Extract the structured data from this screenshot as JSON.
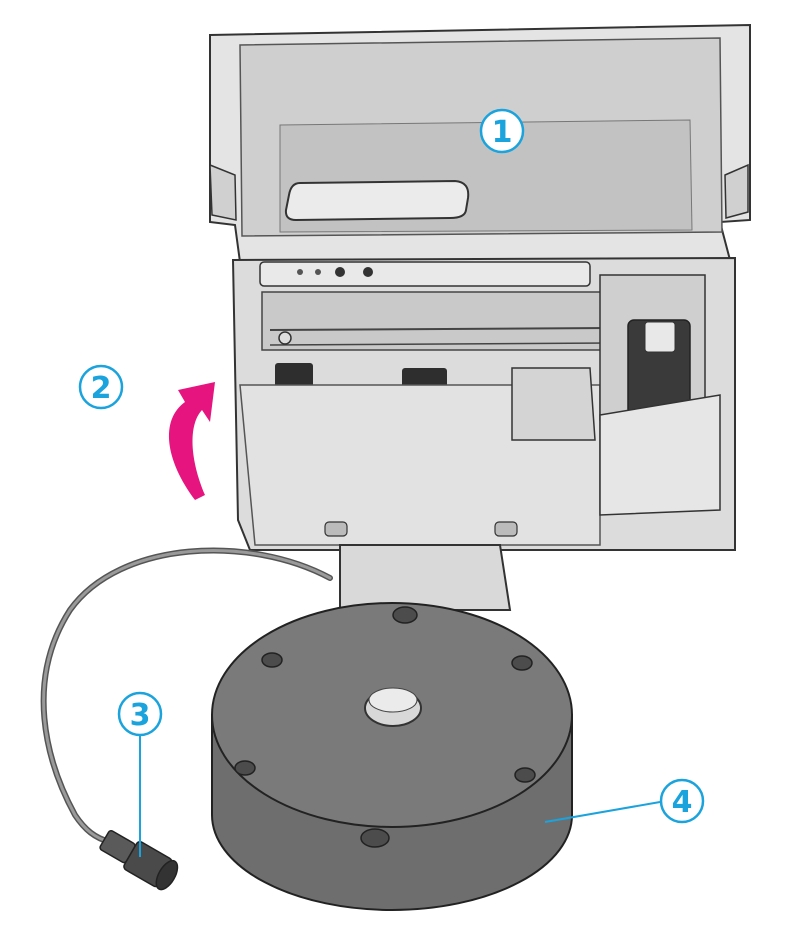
{
  "callouts": [
    {
      "id": "1",
      "label": "1",
      "color": "#1aa3dc"
    },
    {
      "id": "2",
      "label": "2",
      "color": "#1aa3dc"
    },
    {
      "id": "3",
      "label": "3",
      "color": "#1aa3dc"
    },
    {
      "id": "4",
      "label": "4",
      "color": "#1aa3dc"
    }
  ],
  "colors": {
    "callout": "#1aa3dc",
    "arrow": "#e6147e",
    "printer_body": "#d9d9d9",
    "printer_inner": "#bfbfbf",
    "base": "#6b6b6b",
    "outline": "#333333"
  },
  "icons": [
    "lift-arrow-icon",
    "cable-connector-icon"
  ]
}
